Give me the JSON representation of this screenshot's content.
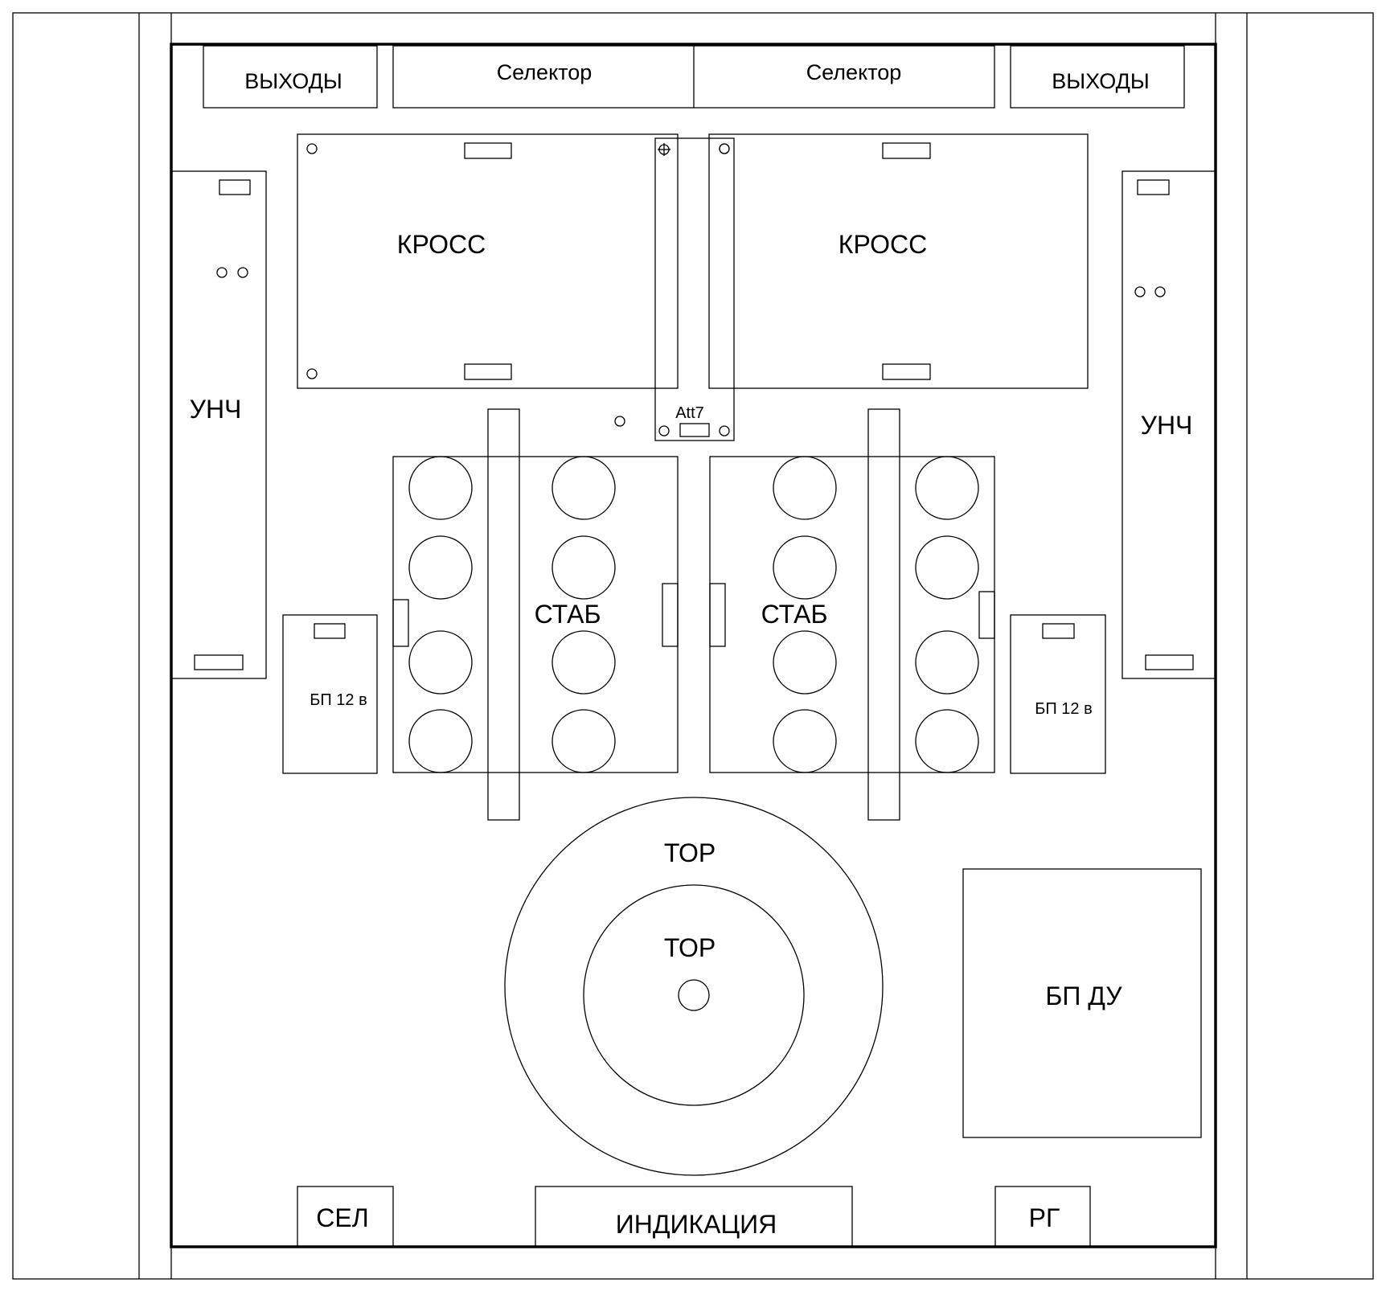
{
  "labels": {
    "outputs_left": "ВЫХОДЫ",
    "selector_left": "Селектор",
    "selector_right": "Селектор",
    "outputs_right": "ВЫХОДЫ",
    "cross_left": "КРОСС",
    "cross_right": "КРОСС",
    "amp_left": "УНЧ",
    "amp_right": "УНЧ",
    "att": "Att7",
    "stab_left": "СТАБ",
    "stab_right": "СТАБ",
    "psu12_left": "БП 12 в",
    "psu12_right": "БП 12 в",
    "toroid_outer": "ТОР",
    "toroid_inner": "ТОР",
    "psu_remote": "БП ДУ",
    "sel": "СЕЛ",
    "indication": "ИНДИКАЦИЯ",
    "rg": "РГ"
  }
}
